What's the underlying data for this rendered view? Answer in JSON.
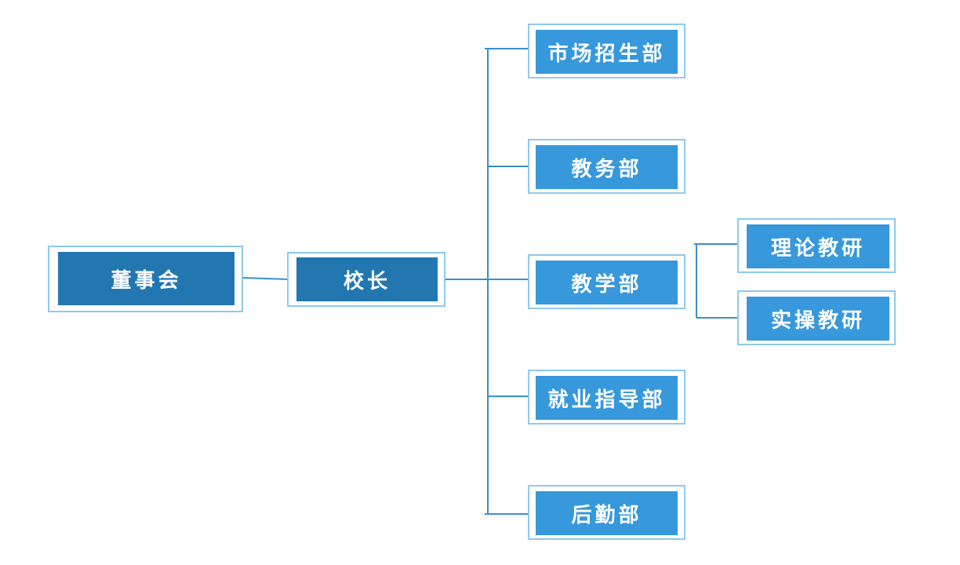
{
  "colors": {
    "dark_fill": "#2277b1",
    "light_fill": "#3798db",
    "frame": "#8ec9ee",
    "line": "#3a8fd0"
  },
  "nodes": {
    "board": "董事会",
    "principal": "校长",
    "market": "市场招生部",
    "academic_affairs": "教务部",
    "teaching": "教学部",
    "career": "就业指导部",
    "logistics": "后勤部",
    "theory_research": "理论教研",
    "practice_research": "实操教研"
  }
}
